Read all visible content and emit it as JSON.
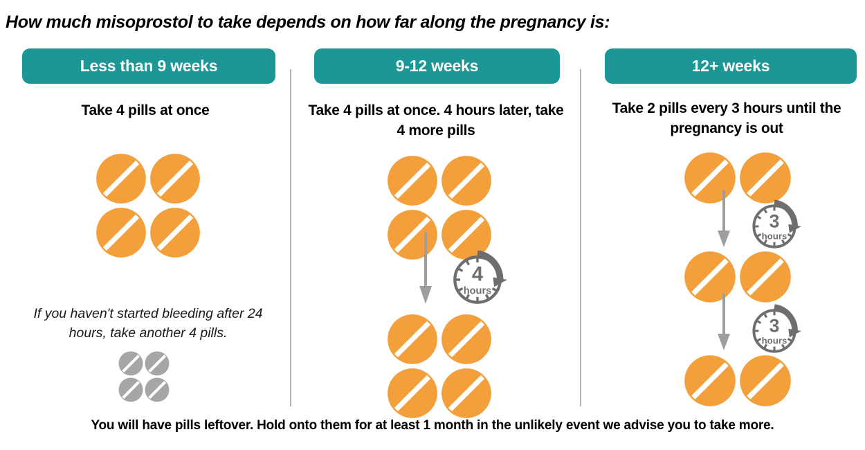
{
  "title": "How much misoprostol to take depends on how far along the pregnancy is:",
  "colors": {
    "teal": "#1d9696",
    "pill_orange": "#f3a03c",
    "pill_gray": "#a6a6a6",
    "arrow_gray": "#9e9e9e",
    "clock_gray": "#6e6e6e",
    "divider_gray": "#b3b3b3",
    "text_black": "#000000"
  },
  "columns": [
    {
      "badge_label": "Less than 9 weeks",
      "instruction": "Take 4 pills at once",
      "pill_groups": [
        {
          "count": 4,
          "color": "orange",
          "size": "large",
          "layout": "2x2"
        }
      ],
      "note": "If you haven't started bleeding after 24 hours, take another 4 pills.",
      "note_pill_group": {
        "count": 4,
        "color": "gray",
        "size": "small",
        "layout": "2x2"
      },
      "timers": []
    },
    {
      "badge_label": "9-12 weeks",
      "instruction": "Take 4 pills at once. 4 hours later, take 4 more pills",
      "pill_groups": [
        {
          "count": 4,
          "color": "orange",
          "size": "large",
          "layout": "2x2"
        },
        {
          "count": 4,
          "color": "orange",
          "size": "large",
          "layout": "2x2"
        }
      ],
      "timers": [
        {
          "value": "4",
          "unit": "hours"
        }
      ],
      "note": "",
      "note_pill_group": null
    },
    {
      "badge_label": "12+ weeks",
      "instruction": "Take 2 pills every 3 hours until the pregnancy is out",
      "pill_groups": [
        {
          "count": 2,
          "color": "orange",
          "size": "large",
          "layout": "1x2"
        },
        {
          "count": 2,
          "color": "orange",
          "size": "large",
          "layout": "1x2"
        },
        {
          "count": 2,
          "color": "orange",
          "size": "large",
          "layout": "1x2"
        }
      ],
      "timers": [
        {
          "value": "3",
          "unit": "hours"
        },
        {
          "value": "3",
          "unit": "hours"
        }
      ],
      "note": "",
      "note_pill_group": null
    }
  ],
  "footer": "You will have pills leftover. Hold onto them for at least 1 month in the unlikely event we advise you to take more."
}
